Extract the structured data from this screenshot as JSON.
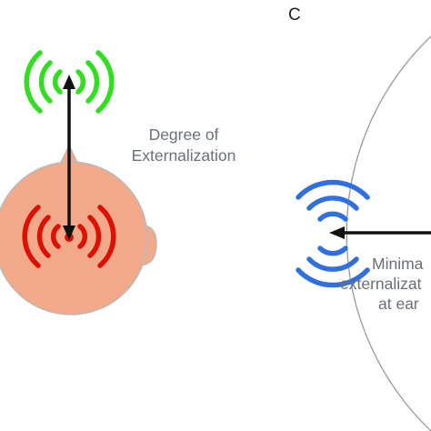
{
  "panel_c": {
    "letter": "C",
    "label_lines": [
      "Minima",
      "externalizat",
      "at ear"
    ]
  },
  "panel_b": {
    "label_lines": [
      "Degree of",
      "Externalization"
    ]
  },
  "colors": {
    "head_fill": "#f2a98a",
    "source_green": "#33dd22",
    "source_red": "#dd1100",
    "source_blue": "#2f6fe0",
    "text_gray": "#6a6f78",
    "circle_line": "#9a9a9a",
    "arrow": "#111111"
  },
  "icons": {
    "green_source": "sound-waves-icon",
    "red_source": "sound-waves-icon",
    "blue_source": "sound-waves-icon"
  }
}
